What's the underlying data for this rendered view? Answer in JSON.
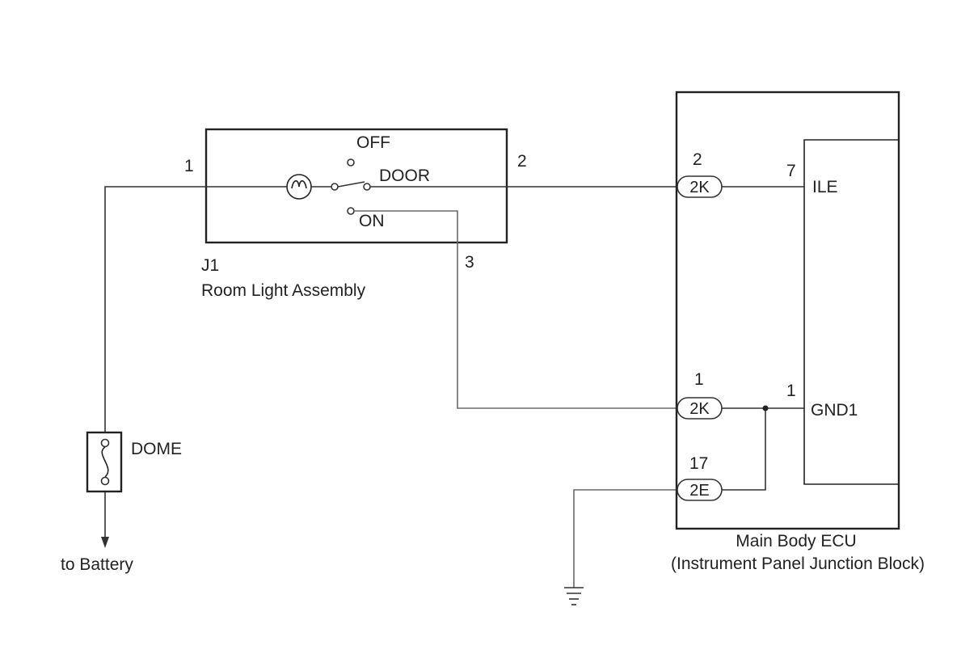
{
  "room_light": {
    "id": "J1",
    "name": "Room Light Assembly",
    "pin_left": "1",
    "pin_right": "2",
    "pin_bottom": "3",
    "switch_positions": [
      "OFF",
      "DOOR",
      "ON"
    ]
  },
  "fuse": {
    "name": "DOME",
    "to_label": "to Battery"
  },
  "ecu": {
    "name": "Main Body ECU",
    "subtitle": "(Instrument Panel Junction Block)",
    "connectors": [
      {
        "pin": "2",
        "code": "2K"
      },
      {
        "pin": "1",
        "code": "2K"
      },
      {
        "pin": "17",
        "code": "2E"
      }
    ],
    "terminals": [
      {
        "pin": "7",
        "name": "ILE"
      },
      {
        "pin": "1",
        "name": "GND1"
      }
    ]
  }
}
